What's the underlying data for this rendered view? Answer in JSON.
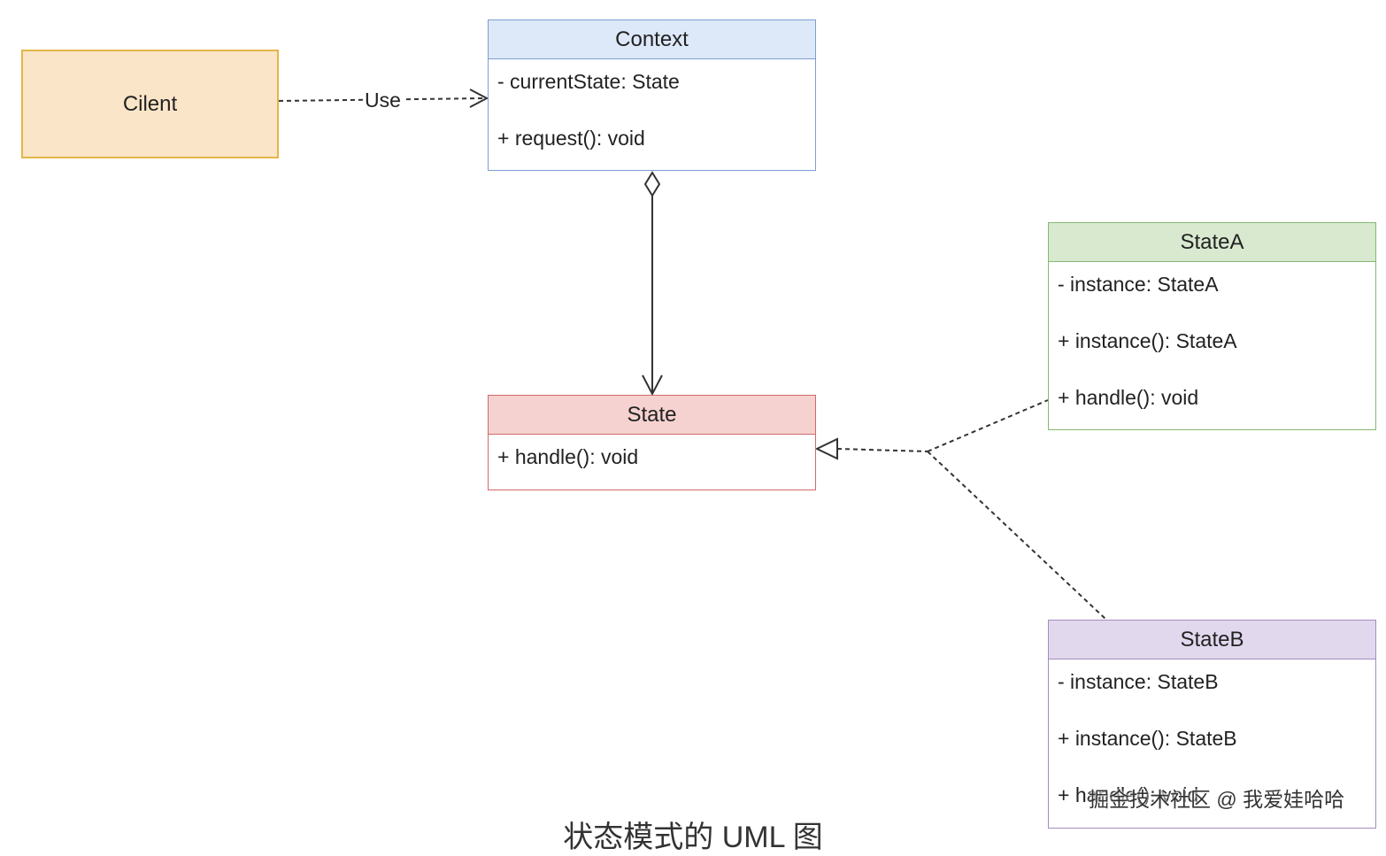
{
  "diagram": {
    "client": {
      "label": "Cilent"
    },
    "use_edge": {
      "label": "Use"
    },
    "classes": {
      "context": {
        "name": "Context",
        "fill": "#dde8f8",
        "stroke": "#7d9fcf",
        "attributes": [
          "- currentState: State"
        ],
        "methods": [
          "+ request(): void"
        ]
      },
      "state": {
        "name": "State",
        "fill": "#f5d2d0",
        "stroke": "#cf6a6a",
        "attributes": [],
        "methods": [
          "+ handle(): void"
        ]
      },
      "state_a": {
        "name": "StateA",
        "fill": "#d8e9d0",
        "stroke": "#86b873",
        "attributes": [
          "- instance: StateA"
        ],
        "methods": [
          "+ instance(): StateA",
          "+ handle(): void"
        ]
      },
      "state_b": {
        "name": "StateB",
        "fill": "#e2d8ee",
        "stroke": "#a48dbf",
        "attributes": [
          "- instance: StateB"
        ],
        "methods": [
          "+ instance(): StateB",
          "+ handle(): void"
        ]
      }
    },
    "client_colors": {
      "fill": "#fae5c8",
      "stroke": "#e3b64a"
    }
  },
  "caption": "状态模式的 UML 图",
  "watermark": "掘金技术社区 @ 我爱娃哈哈"
}
